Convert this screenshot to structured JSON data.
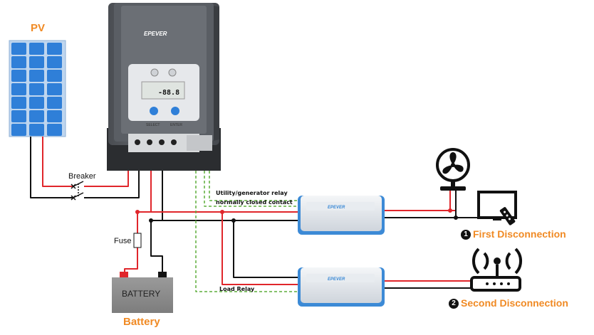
{
  "labels": {
    "pv": "PV",
    "breaker": "Breaker",
    "fuse": "Fuse",
    "battery_box": "BATTERY",
    "battery": "Battery",
    "relay_line1": "Utility/generator relay",
    "relay_line2": "normally closed contact",
    "load_relay": "Load Relay",
    "first_num": "1",
    "first_disconnection": "First Disconnection",
    "second_num": "2",
    "second_disconnection": "Second Disconnection"
  },
  "controller": {
    "brand": "EPEVER",
    "lcd_reading": "-88.8",
    "select_label": "SELECT",
    "enter_label": "ENTER"
  },
  "inverter": {
    "brand": "EPEVER"
  },
  "colors": {
    "positive_wire": "#e0262b",
    "negative_wire": "#111111",
    "relay_wire": "#5fae3c",
    "accent_orange": "#f08a24",
    "solar_blue": "#2f7fd8",
    "inverter_blue": "#3c8ad6"
  },
  "icons": [
    "solar-panel-icon",
    "charge-controller-icon",
    "battery-icon",
    "inverter-icon",
    "fan-icon",
    "tv-icon",
    "remote-icon",
    "router-icon",
    "wifi-icon"
  ]
}
